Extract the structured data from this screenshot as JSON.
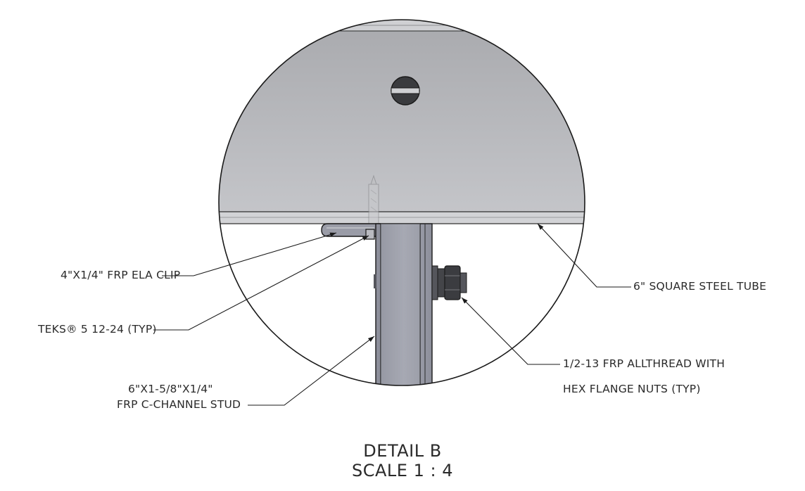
{
  "callouts": {
    "ela_clip": "4\"X1/4\" FRP ELA CLIP",
    "teks": "TEKS® 5 12-24 (TYP)",
    "stud_line1": "6\"X1-5/8\"X1/4\"",
    "stud_line2": "FRP C-CHANNEL STUD",
    "steel_tube": "6\" SQUARE STEEL TUBE",
    "allthread_line1": "1/2-13 FRP ALLTHREAD WITH",
    "allthread_line2": "HEX FLANGE NUTS (TYP)"
  },
  "caption": {
    "detail": "DETAIL B",
    "scale": "SCALE 1 : 4"
  }
}
